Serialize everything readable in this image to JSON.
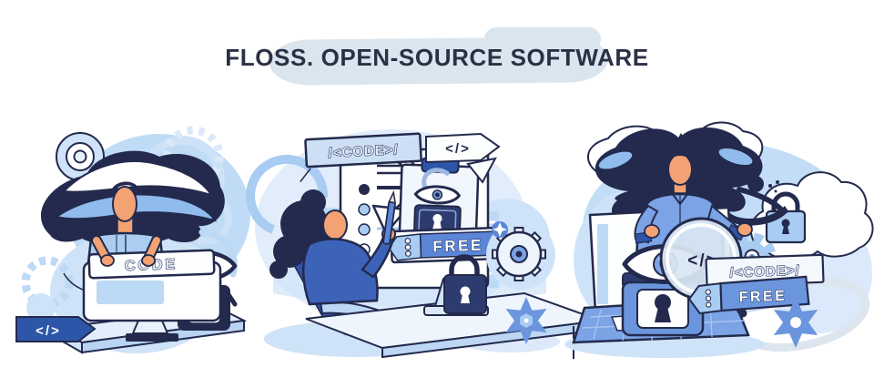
{
  "title": "FLOSS. OPEN-SOURCE SOFTWARE",
  "labels": {
    "left_sign": "CODE",
    "left_tag": "</>",
    "mid_code": "/<CODE>/",
    "mid_tag": "</>",
    "mid_free": "FREE",
    "right_code": "/<CODE>/",
    "right_free": "FREE",
    "right_lens": "</>"
  },
  "colors": {
    "outline_navy": "#232a4d",
    "hair_navy": "#232a4d",
    "skin": "#f2a273",
    "light_blue": "#cfe3f8",
    "mid_blue": "#7ba3e6",
    "deep_blue": "#2d55a8",
    "banner_blue": "#5b86d8",
    "title_text": "#2a3145",
    "title_blob": "#dbe5ee"
  }
}
